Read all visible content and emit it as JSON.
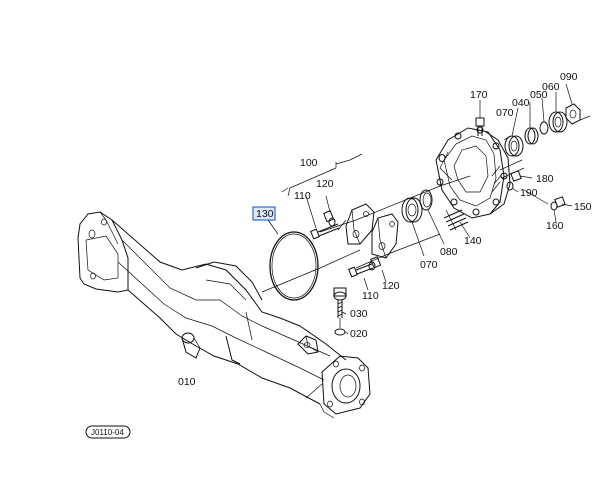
{
  "diagram": {
    "callouts": {
      "p170": "170",
      "p090": "090",
      "p060": "060",
      "p050": "050",
      "p040": "040",
      "p070_top": "070",
      "p100": "100",
      "p110_top": "110",
      "p120_top": "120",
      "p130": "130",
      "p180": "180",
      "p190": "190",
      "p150": "150",
      "p160": "160",
      "p140": "140",
      "p080": "080",
      "p070_bottom": "070",
      "p110_bottom": "110",
      "p120_bottom": "120",
      "p030": "030",
      "p020": "020",
      "p010": "010"
    },
    "drawing_ref": "J0110-04",
    "highlight_color": "#2f6fd6",
    "highlight_fill": "#dde8f7"
  }
}
